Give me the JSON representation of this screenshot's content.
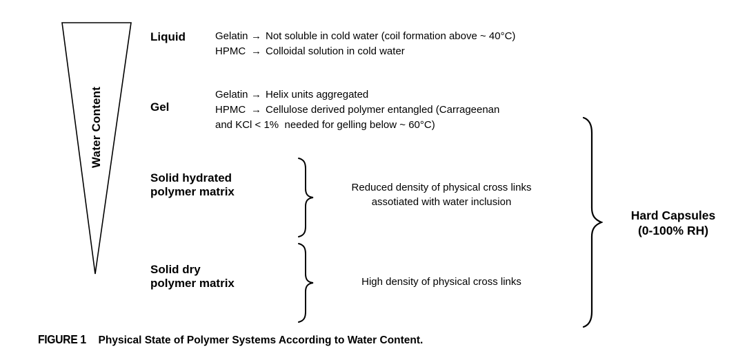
{
  "diagram": {
    "funnel_label": "Water Content",
    "liquid": {
      "label": "Liquid",
      "rows": [
        {
          "term": "Gelatin",
          "arrow": "→",
          "desc": "Not soluble in cold water (coil formation above ~ 40°C)"
        },
        {
          "term": "HPMC",
          "arrow": "→",
          "desc": "Colloidal solution in cold water"
        }
      ]
    },
    "gel": {
      "label": "Gel",
      "rows": [
        {
          "term": "Gelatin",
          "arrow": "→",
          "desc": "Helix units aggregated"
        },
        {
          "term": "HPMC",
          "arrow": "→",
          "desc": "Cellulose derived polymer entangled (Carrageenan"
        }
      ],
      "continuation": "and KCl < 1%  needed for gelling below ~ 60°C)"
    },
    "solid_hydrated": {
      "label_line1": "Solid hydrated",
      "label_line2": "polymer matrix",
      "note_line1": "Reduced density of physical cross links",
      "note_line2": "assotiated with water inclusion"
    },
    "solid_dry": {
      "label_line1": "Solid dry",
      "label_line2": "polymer matrix",
      "note": "High density of physical cross links"
    },
    "right_bracket_label": {
      "line1": "Hard Capsules",
      "line2": "(0-100% RH)"
    }
  },
  "caption": {
    "tag": "FIGURE 1",
    "text": "Physical State of Polymer Systems According to Water Content."
  },
  "colors": {
    "ink": "#000000",
    "background": "#ffffff"
  }
}
